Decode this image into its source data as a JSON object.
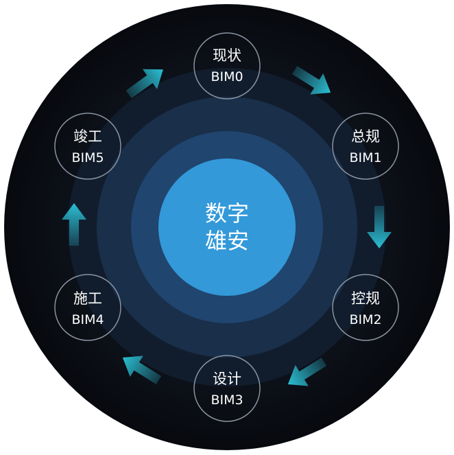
{
  "center": {
    "line1": "数字",
    "line2": "雄安"
  },
  "nodes": [
    {
      "id": "status",
      "title": "现状",
      "code": "BIM0"
    },
    {
      "id": "master-plan",
      "title": "总规",
      "code": "BIM1"
    },
    {
      "id": "control-plan",
      "title": "控规",
      "code": "BIM2"
    },
    {
      "id": "design",
      "title": "设计",
      "code": "BIM3"
    },
    {
      "id": "construction",
      "title": "施工",
      "code": "BIM4"
    },
    {
      "id": "completion",
      "title": "竣工",
      "code": "BIM5"
    }
  ],
  "colors": {
    "background_outer": "#0a0d14",
    "ring_outer": "#111c2c",
    "ring_mid": "#1a3350",
    "ring_inner": "#214873",
    "center_fill": "#3399d9",
    "arrow": "#2bb3c9",
    "node_stroke": "#8a93a0"
  }
}
